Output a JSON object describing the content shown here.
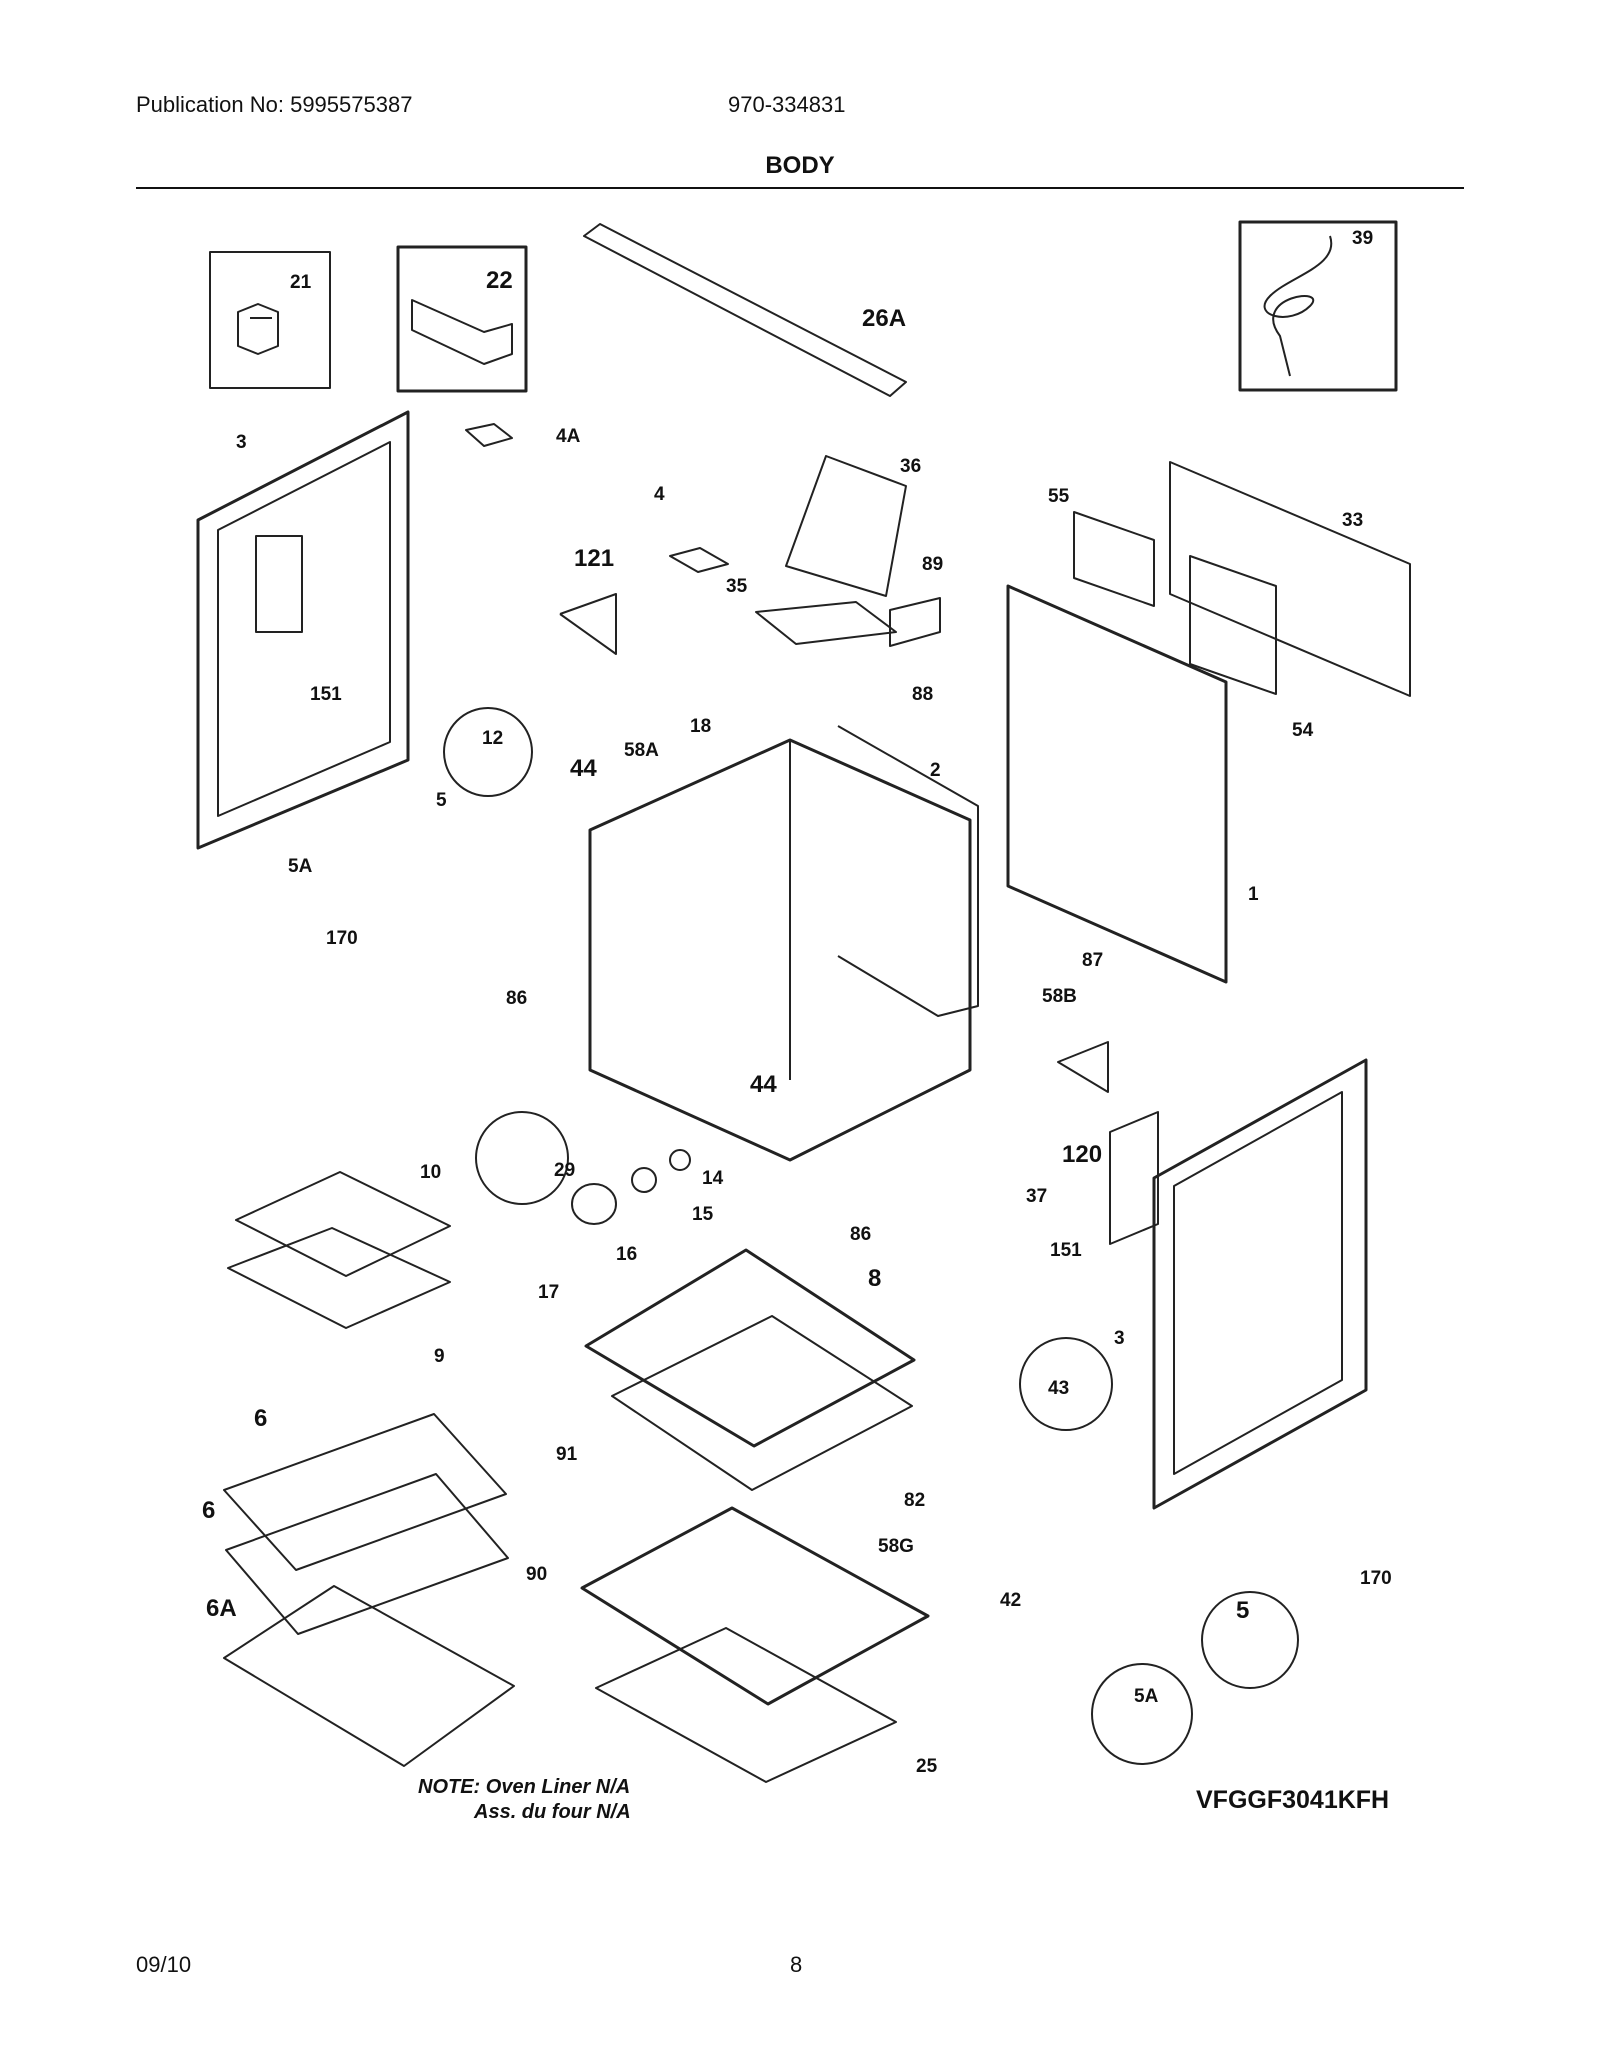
{
  "header": {
    "publication": "Publication No: 5995575387",
    "doc_number": "970-334831",
    "title": "BODY"
  },
  "callouts": [
    "21",
    "22",
    "26A",
    "39",
    "4A",
    "3",
    "36",
    "4",
    "55",
    "33",
    "121",
    "35",
    "89",
    "151",
    "88",
    "12",
    "44",
    "58A",
    "18",
    "2",
    "54",
    "5",
    "5A",
    "170",
    "1",
    "87",
    "86",
    "58B",
    "44",
    "120",
    "29",
    "10",
    "14",
    "15",
    "37",
    "151",
    "16",
    "86",
    "9",
    "17",
    "8",
    "3",
    "43",
    "6",
    "91",
    "82",
    "6",
    "58G",
    "90",
    "42",
    "5",
    "6A",
    "5A",
    "170",
    "25"
  ],
  "notes": {
    "line1": "NOTE: Oven Liner N/A",
    "line2": "Ass. du four N/A"
  },
  "model": "VFGGF3041KFH",
  "footer": {
    "date": "09/10",
    "page": "8"
  }
}
